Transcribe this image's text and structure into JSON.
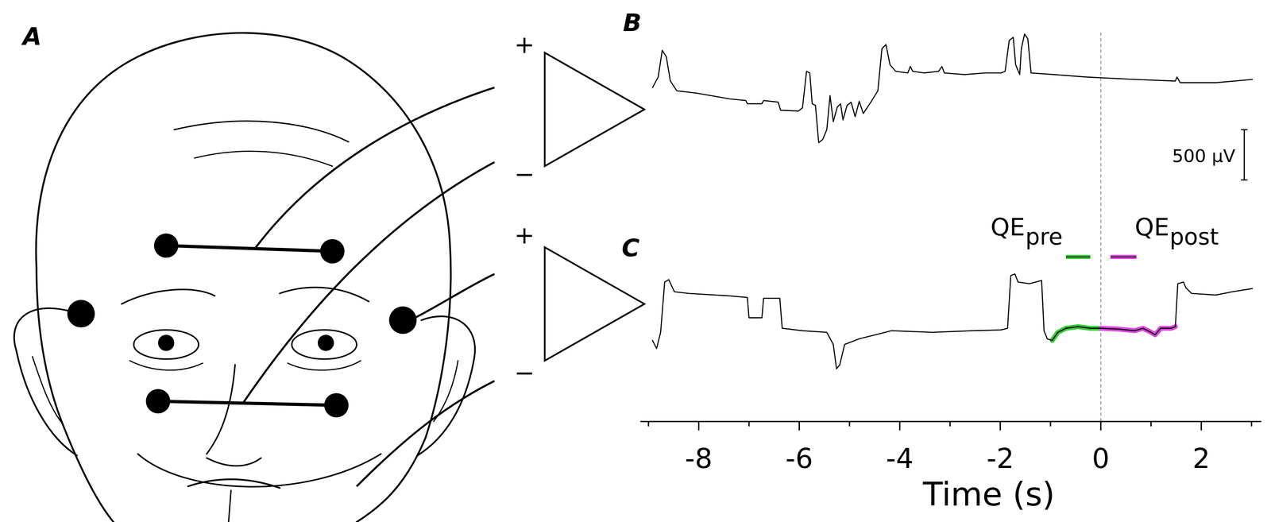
{
  "diagram": {
    "labels": [
      "A",
      "+",
      "−",
      "+",
      "−",
      "B",
      "C",
      "500 µV",
      "QE",
      "pre",
      "QE",
      "post",
      "-8",
      "-6",
      "-4",
      "-2",
      "0",
      "2",
      "Time (s)"
    ]
  }
}
